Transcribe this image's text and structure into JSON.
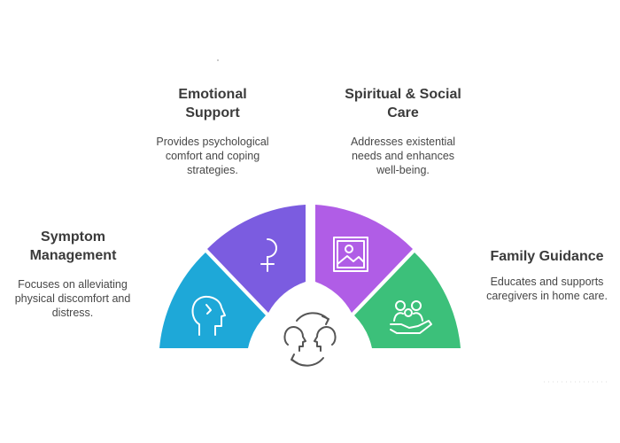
{
  "diagram": {
    "center_icon": "two-heads-exchange-icon",
    "segments": [
      {
        "title": "Symptom\nManagement",
        "description": "Focuses on alleviating\nphysical discomfort and\ndistress.",
        "color": "#1ea8d8",
        "icon": "head-profile-icon"
      },
      {
        "title": "Emotional\nSupport",
        "description": "Provides psychological\ncomfort and coping\nstrategies.",
        "color": "#7b5ce0",
        "icon": "female-symbol-icon"
      },
      {
        "title": "Spiritual & Social\nCare",
        "description": "Addresses existential\nneeds and enhances\nwell-being.",
        "color": "#b05de6",
        "icon": "landscape-picture-icon"
      },
      {
        "title": "Family Guidance",
        "description": "Educates and supports\ncaregivers in home care.",
        "color": "#3cc07a",
        "icon": "hand-holding-family-icon"
      }
    ]
  }
}
